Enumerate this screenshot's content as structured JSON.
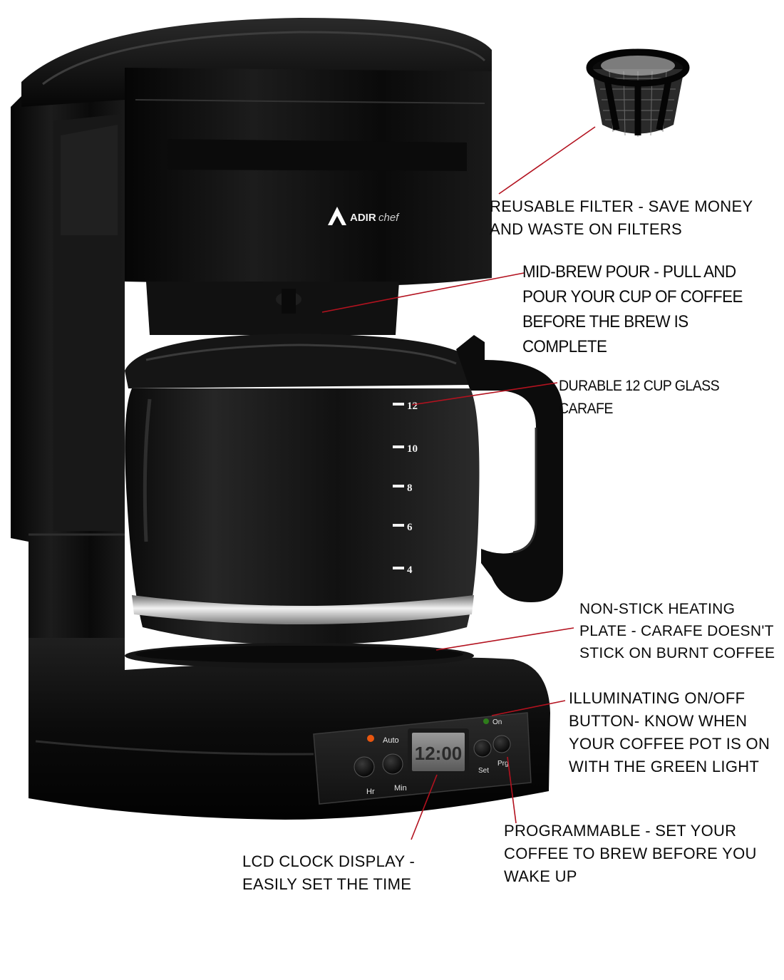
{
  "brand": {
    "name_bold": "ADIR",
    "name_light": "chef"
  },
  "carafe": {
    "markings": [
      "12",
      "10",
      "8",
      "6",
      "4"
    ]
  },
  "control_panel": {
    "auto_label": "Auto",
    "on_label": "On",
    "hr_label": "Hr",
    "min_label": "Min",
    "set_label": "Set",
    "prg_label": "Prg",
    "display_value": "12:00"
  },
  "colors": {
    "leader_line": "#b3121f",
    "body": "#0d0d0d",
    "text": "#0a0a0a",
    "auto_led": "#e8560f",
    "on_led": "#2e7d1b"
  },
  "callouts": {
    "reusable_filter": "REUSABLE FILTER - SAVE MONEY\nAND WASTE ON FILTERS",
    "mid_brew": "MID-BREW POUR - PULL AND\nPOUR YOUR CUP OF COFFEE\nBEFORE THE BREW IS\nCOMPLETE",
    "carafe": "DURABLE 12 CUP GLASS CARAFE",
    "heating_plate": "NON-STICK HEATING\nPLATE - CARAFE DOESN'T\nSTICK ON BURNT COFFEE",
    "on_off": "ILLUMINATING ON/OFF\nBUTTON- KNOW WHEN\nYOUR COFFEE POT IS ON\nWITH THE GREEN LIGHT",
    "programmable": "  PROGRAMMABLE - SET YOUR\nCOFFEE TO BREW BEFORE YOU\nWAKE UP",
    "lcd": "LCD CLOCK DISPLAY -\nEASILY SET THE TIME"
  }
}
